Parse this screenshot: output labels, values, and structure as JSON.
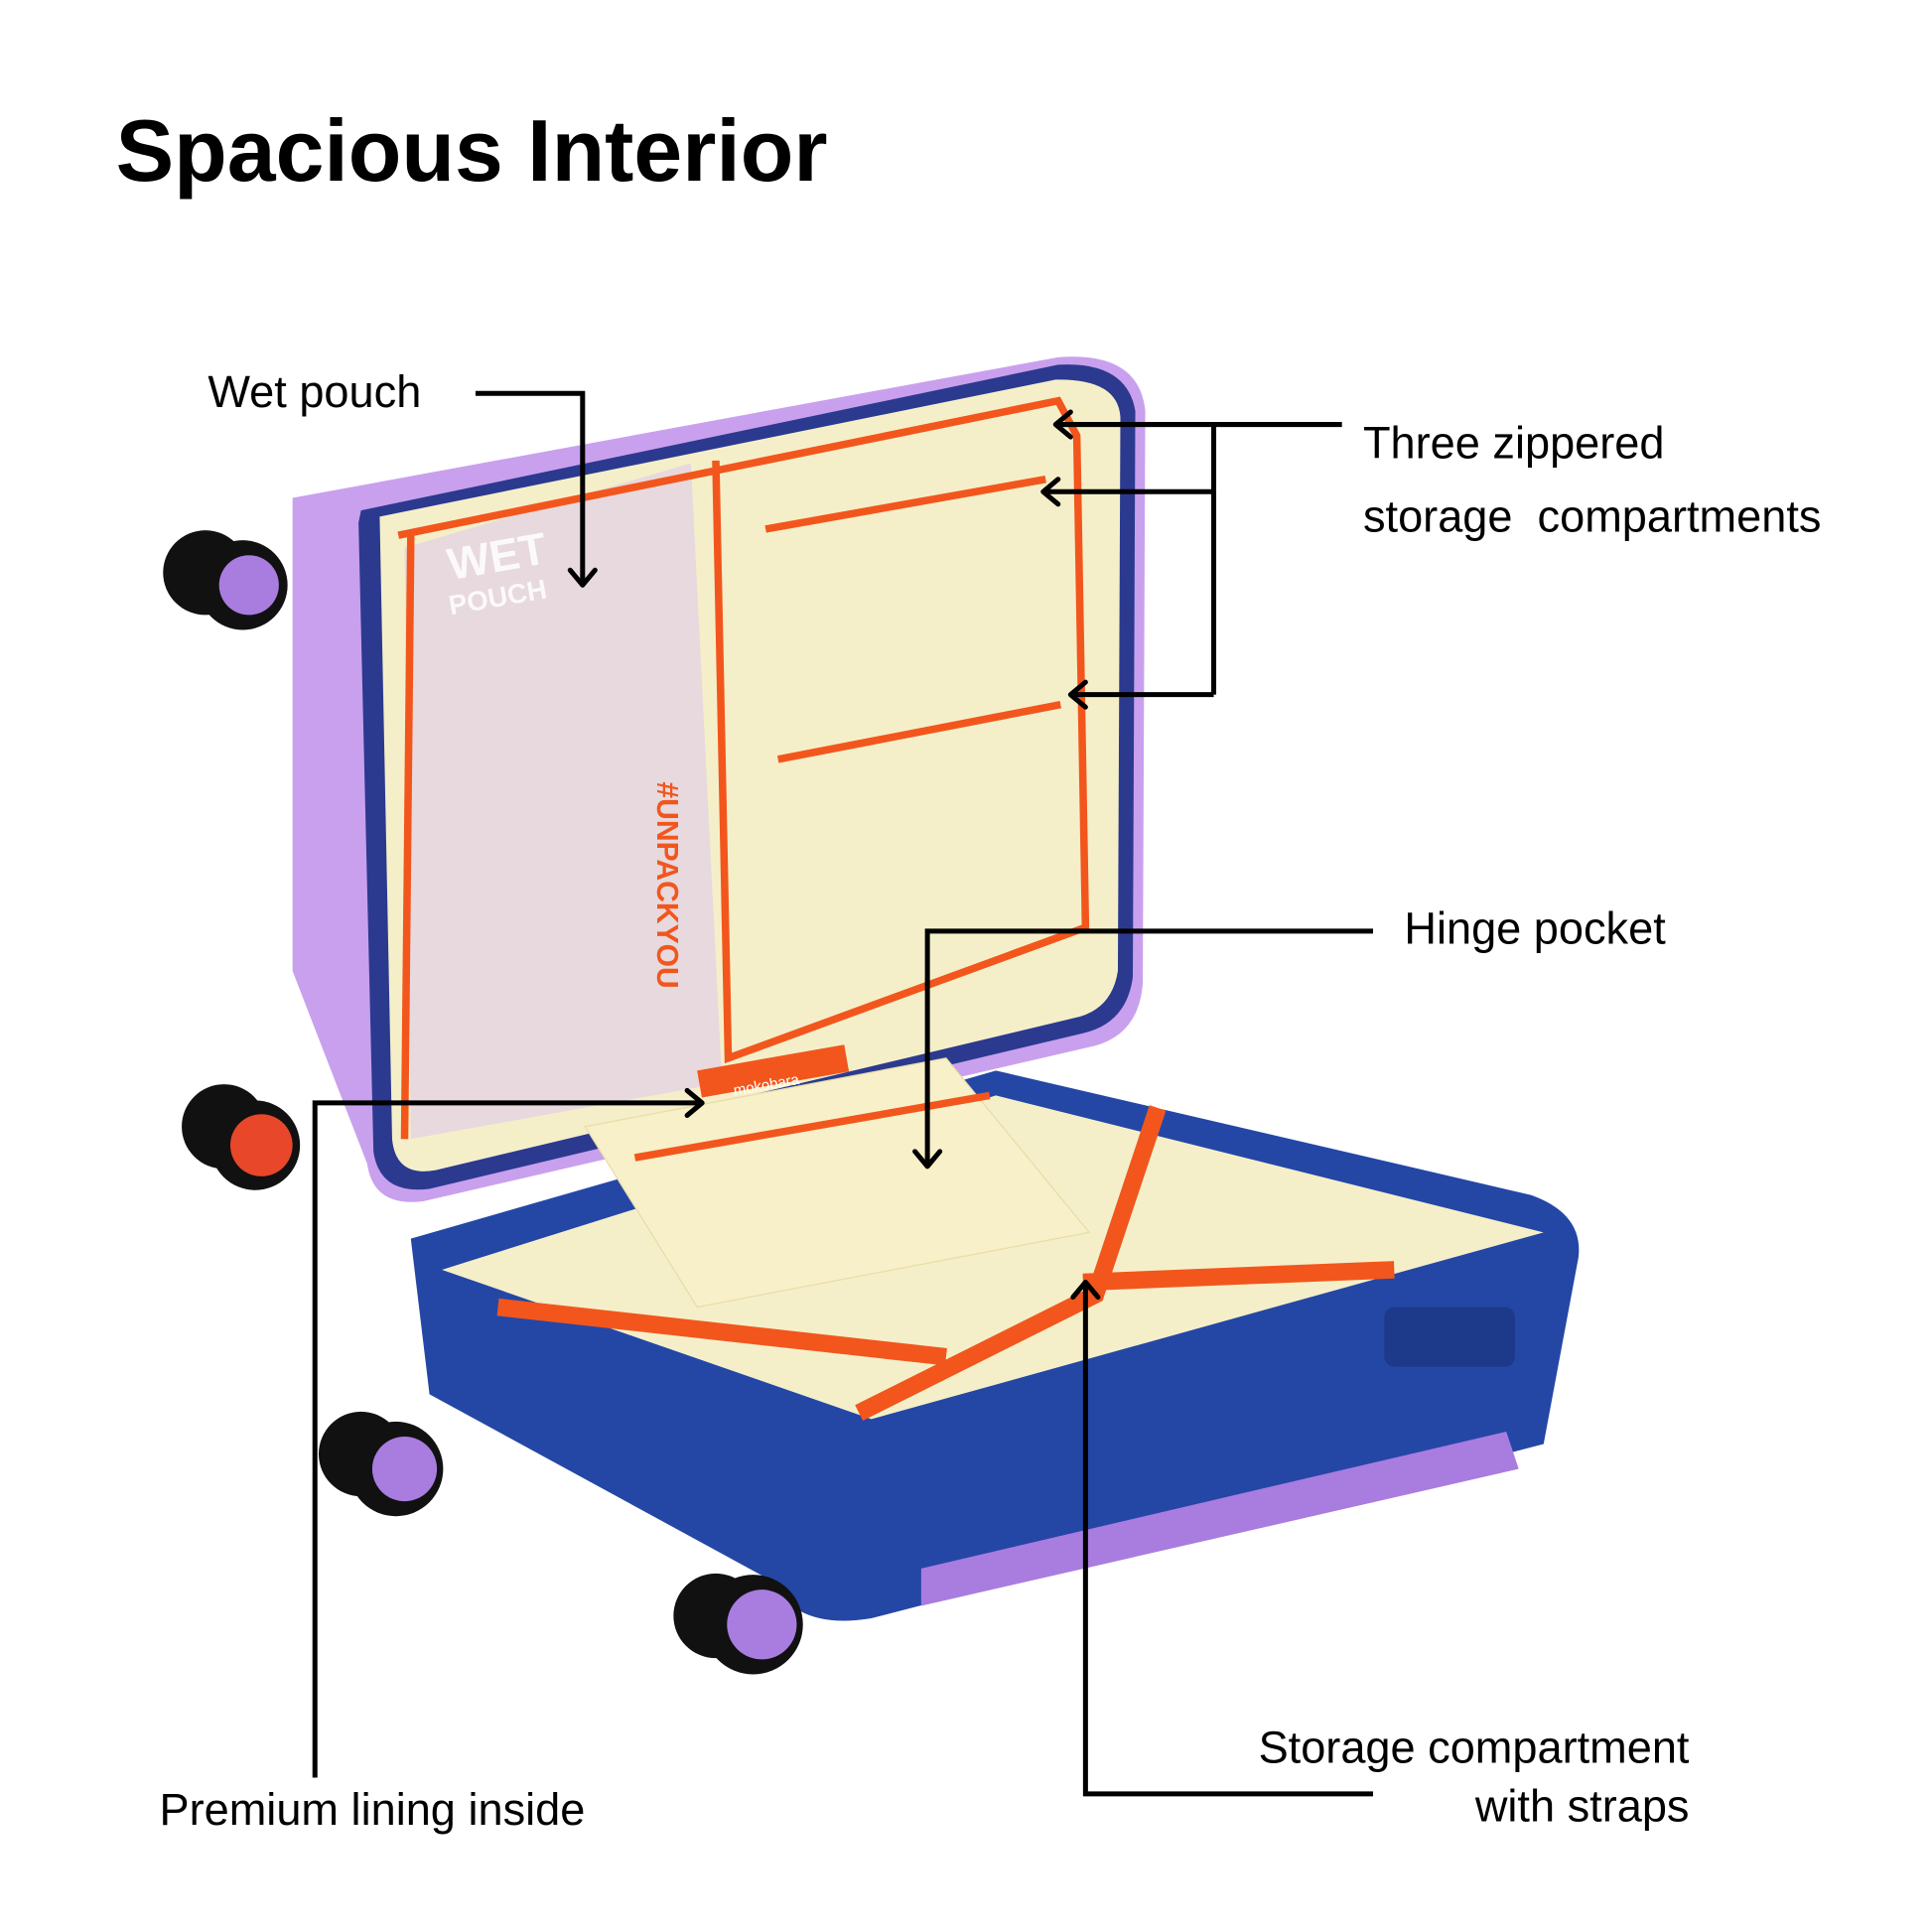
{
  "title": "Spacious Interior",
  "callouts": {
    "wet_pouch": "Wet pouch",
    "zippered_line1": "Three zippered",
    "zippered_line2": "storage  compartments",
    "hinge_pocket": "Hinge pocket",
    "premium_lining": "Premium lining inside",
    "storage_line1": "Storage compartment",
    "storage_line2": "with straps"
  },
  "product_print": {
    "wet_pouch_text1": "WET",
    "wet_pouch_text2": "POUCH",
    "hashtag": "#UNPACKYOU",
    "tag_text": "mokobara"
  },
  "colors": {
    "lid_shell": "#c9a0ee",
    "base_shell": "#2447a6",
    "lining": "#f5efc9",
    "zipper": "#f2561d",
    "wheel_hub": "#a97ce0"
  }
}
